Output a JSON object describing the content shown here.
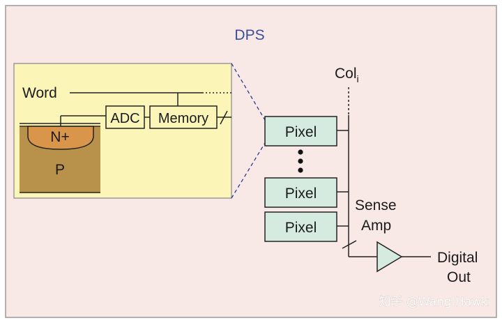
{
  "title": "DPS",
  "pixel_detail": {
    "word_label": "Word",
    "adc_label": "ADC",
    "memory_label": "Memory",
    "n_plus_label": "N+",
    "p_label": "P"
  },
  "column": {
    "col_label": "Col",
    "col_subscript": "i",
    "pixels": [
      "Pixel",
      "Pixel",
      "Pixel"
    ],
    "sense_amp_line1": "Sense",
    "sense_amp_line2": "Amp",
    "output_line1": "Digital",
    "output_line2": "Out"
  },
  "watermark": "知乎 @Wang Hawk",
  "colors": {
    "background": "#f8e8e6",
    "detail_fill": "#fbf6b8",
    "pixel_fill": "#d6ebe0",
    "n_plus_fill": "#d9964a",
    "p_fill": "#b8914a",
    "title_color": "#3b4e98",
    "dash_color": "#2e3a8c"
  }
}
